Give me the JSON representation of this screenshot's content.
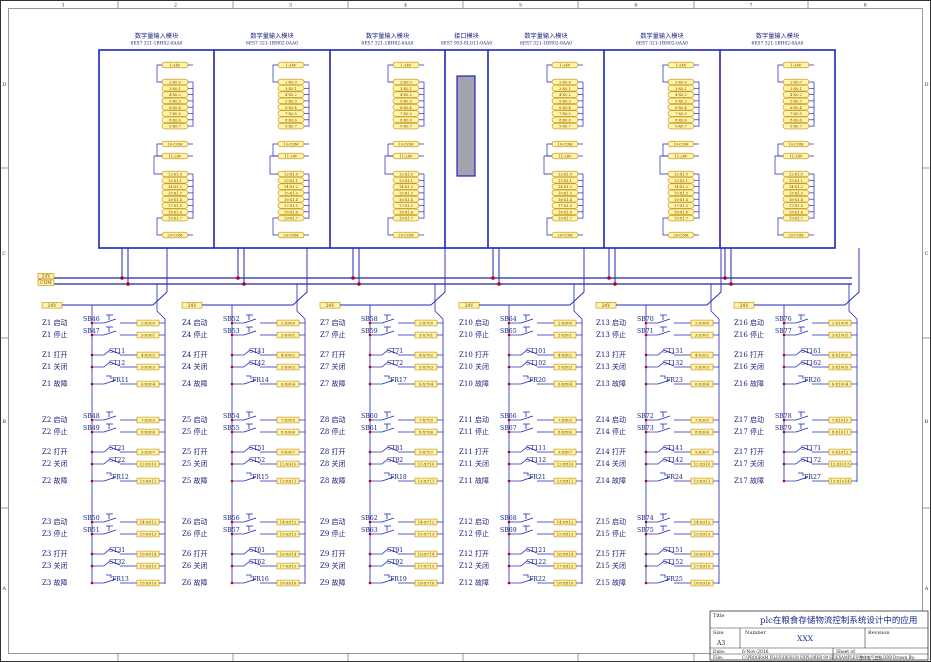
{
  "frame": {
    "col_numbers": [
      "1",
      "2",
      "3",
      "4",
      "5",
      "6",
      "7",
      "8"
    ],
    "row_letters": [
      "D",
      "C",
      "B",
      "A"
    ]
  },
  "modules": [
    {
      "title": "数字量输入模块",
      "part": "6ES7 321-1BH02-0AA0",
      "kind": "di"
    },
    {
      "title": "数字量输入模块",
      "part": "6ES7 321-1BH02-0AA0",
      "kind": "di"
    },
    {
      "title": "数字量输入模块",
      "part": "6ES7 321-1BH02-0AA0",
      "kind": "di"
    },
    {
      "title": "接口模块",
      "part": "6ES7 953-8LG11-0AA0",
      "kind": "iface"
    },
    {
      "title": "数字量输入模块",
      "part": "6ES7 321-1BH02-0AA0",
      "kind": "di"
    },
    {
      "title": "数字量输入模块",
      "part": "6ES7 321-1BH02-0AA0",
      "kind": "di"
    },
    {
      "title": "数字量输入模块",
      "part": "6ES7 321-1BH02-0AA0",
      "kind": "di"
    }
  ],
  "module_pins": {
    "top": "1-24V",
    "upper": [
      "2-X0.0",
      "3-X0.1",
      "4-X0.2",
      "5-X0.3",
      "6-X0.4",
      "7-X0.5",
      "8-X0.6",
      "9-X0.7"
    ],
    "com1": "10-COM",
    "mid": "11-24V",
    "lower": [
      "12-X1.0",
      "13-X1.1",
      "14-X1.2",
      "15-X1.3",
      "16-X1.4",
      "17-X1.5",
      "18-X1.6",
      "19-X1.7"
    ],
    "com2": "20-COM"
  },
  "bus": {
    "v24": "24V",
    "com": "COM"
  },
  "columns": [
    {
      "groups": [
        {
          "items": [
            [
              "Z1 启动",
              "SB46",
              "2-X000"
            ],
            [
              "Z1 停止",
              "SB47",
              "3-X001"
            ],
            [
              "Z1 打开",
              "ST11",
              "4-X002"
            ],
            [
              "Z1 关闭",
              "ST12",
              "5-X003"
            ],
            [
              "Z1 故障",
              "FR11",
              "6-X004"
            ]
          ]
        },
        {
          "items": [
            [
              "Z2 启动",
              "SB48",
              "7-X005"
            ],
            [
              "Z2 停止",
              "SB49",
              "8-X006"
            ],
            [
              "Z2 打开",
              "ST21",
              "9-X007"
            ],
            [
              "Z2 关闭",
              "ST22",
              "12-X010"
            ],
            [
              "Z2 故障",
              "FR12",
              "13-X011"
            ]
          ]
        },
        {
          "items": [
            [
              "Z3 启动",
              "SB50",
              "14-X012"
            ],
            [
              "Z3 停止",
              "SB51",
              "15-X013"
            ],
            [
              "Z3 打开",
              "ST31",
              "16-X014"
            ],
            [
              "Z3 关闭",
              "ST32",
              "17-X015"
            ],
            [
              "Z3 故障",
              "FR13",
              "18-X016"
            ]
          ]
        }
      ]
    },
    {
      "groups": [
        {
          "items": [
            [
              "Z4 启动",
              "SB52",
              "2-X000"
            ],
            [
              "Z4 停止",
              "SB53",
              "3-X001"
            ],
            [
              "Z4 打开",
              "ST41",
              "4-X002"
            ],
            [
              "Z4 关闭",
              "ST42",
              "5-X003"
            ],
            [
              "Z4 故障",
              "FR14",
              "6-X004"
            ]
          ]
        },
        {
          "items": [
            [
              "Z5 启动",
              "SB54",
              "7-X005"
            ],
            [
              "Z5 停止",
              "SB55",
              "8-X006"
            ],
            [
              "Z5 打开",
              "ST51",
              "9-X007"
            ],
            [
              "Z5 关闭",
              "ST52",
              "12-X010"
            ],
            [
              "Z5 故障",
              "FR15",
              "13-X011"
            ]
          ]
        },
        {
          "items": [
            [
              "Z6 启动",
              "SB56",
              "14-X012"
            ],
            [
              "Z6 停止",
              "SB57",
              "15-X013"
            ],
            [
              "Z6 打开",
              "ST61",
              "16-X014"
            ],
            [
              "Z6 关闭",
              "ST62",
              "17-X015"
            ],
            [
              "Z6 故障",
              "FR16",
              "18-X016"
            ]
          ]
        }
      ]
    },
    {
      "groups": [
        {
          "items": [
            [
              "Z7 启动",
              "SB58",
              "2-X700"
            ],
            [
              "Z7 停止",
              "SB59",
              "3-X701"
            ],
            [
              "Z7 打开",
              "ST71",
              "4-X702"
            ],
            [
              "Z7 关闭",
              "ST72",
              "5-X703"
            ],
            [
              "Z7 故障",
              "FR17",
              "6-X704"
            ]
          ]
        },
        {
          "items": [
            [
              "Z8 启动",
              "SB60",
              "7-X705"
            ],
            [
              "Z8 停止",
              "SB61",
              "8-X706"
            ],
            [
              "Z8 打开",
              "ST81",
              "9-X707"
            ],
            [
              "Z8 关闭",
              "ST82",
              "12-X710"
            ],
            [
              "Z8 故障",
              "FR18",
              "13-X711"
            ]
          ]
        },
        {
          "items": [
            [
              "Z9 启动",
              "SB62",
              "14-X712"
            ],
            [
              "Z9 停止",
              "SB63",
              "15-X713"
            ],
            [
              "Z9 打开",
              "ST91",
              "16-X714"
            ],
            [
              "Z9 关闭",
              "ST92",
              "17-X715"
            ],
            [
              "Z9 故障",
              "FR19",
              "18-X716"
            ]
          ]
        }
      ]
    },
    {
      "groups": [
        {
          "items": [
            [
              "Z10 启动",
              "SB64",
              "2-X800"
            ],
            [
              "Z10 停止",
              "SB65",
              "3-X801"
            ],
            [
              "Z10 打开",
              "ST101",
              "4-X802"
            ],
            [
              "Z10 关闭",
              "ST102",
              "5-X803"
            ],
            [
              "Z10 故障",
              "FR20",
              "6-X804"
            ]
          ]
        },
        {
          "items": [
            [
              "Z11 启动",
              "SB66",
              "7-X805"
            ],
            [
              "Z11 停止",
              "SB67",
              "8-X806"
            ],
            [
              "Z11 打开",
              "ST111",
              "9-X807"
            ],
            [
              "Z11 关闭",
              "ST112",
              "12-X810"
            ],
            [
              "Z11 故障",
              "FR21",
              "13-X811"
            ]
          ]
        },
        {
          "items": [
            [
              "Z12 启动",
              "SB68",
              "14-X812"
            ],
            [
              "Z12 停止",
              "SB69",
              "15-X813"
            ],
            [
              "Z12 打开",
              "ST121",
              "16-X814"
            ],
            [
              "Z12 关闭",
              "ST122",
              "17-X815"
            ],
            [
              "Z12 故障",
              "FR22",
              "18-X816"
            ]
          ]
        }
      ]
    },
    {
      "groups": [
        {
          "items": [
            [
              "Z13 启动",
              "SB70",
              "2-X900"
            ],
            [
              "Z13 停止",
              "SB71",
              "3-X901"
            ],
            [
              "Z13 打开",
              "ST131",
              "4-X902"
            ],
            [
              "Z13 关闭",
              "ST132",
              "5-X903"
            ],
            [
              "Z13 故障",
              "FR23",
              "6-X904"
            ]
          ]
        },
        {
          "items": [
            [
              "Z14 启动",
              "SB72",
              "7-X905"
            ],
            [
              "Z14 停止",
              "SB73",
              "8-X906"
            ],
            [
              "Z14 打开",
              "ST141",
              "9-X907"
            ],
            [
              "Z14 关闭",
              "ST142",
              "12-X910"
            ],
            [
              "Z14 故障",
              "FR24",
              "13-X911"
            ]
          ]
        },
        {
          "items": [
            [
              "Z15 启动",
              "SB74",
              "14-X912"
            ],
            [
              "Z15 停止",
              "SB75",
              "15-X913"
            ],
            [
              "Z15 打开",
              "ST151",
              "16-X914"
            ],
            [
              "Z15 关闭",
              "ST152",
              "17-X915"
            ],
            [
              "Z15 故障",
              "FR25",
              "18-X916"
            ]
          ]
        }
      ]
    },
    {
      "groups": [
        {
          "items": [
            [
              "Z16 启动",
              "SB76",
              "2-X1000"
            ],
            [
              "Z16 停止",
              "SB77",
              "3-X1001"
            ],
            [
              "Z16 打开",
              "ST161",
              "4-X1002"
            ],
            [
              "Z16 关闭",
              "ST162",
              "5-X1003"
            ],
            [
              "Z16 故障",
              "FR26",
              "6-X1004"
            ]
          ]
        },
        {
          "items": [
            [
              "Z17 启动",
              "SB78",
              "7-X1010"
            ],
            [
              "Z17 停止",
              "SB79",
              "8-X1011"
            ],
            [
              "Z17 打开",
              "ST171",
              "9-X1012"
            ],
            [
              "Z17 关闭",
              "ST172",
              "12-X1013"
            ],
            [
              "Z17 故障",
              "FR27",
              "13-X1014"
            ]
          ]
        }
      ]
    }
  ],
  "title_block": {
    "title_label": "Title",
    "title": "plc在粮食存储物流控制系统设计中的应用",
    "size_label": "Size",
    "size": "A3",
    "number_label": "Number",
    "number": "XXX",
    "revision_label": "Revision",
    "date_label": "Date:",
    "date": "6-Nov-2016",
    "sheet_label": "Sheet    of",
    "file_label": "File:",
    "file": "C:\\PROGRAM FILES\\DESIGN EXPLORER 99 SE\\EXAMPLES\\整体电气控制.DDB",
    "drawn_by": "Drawn By:"
  }
}
